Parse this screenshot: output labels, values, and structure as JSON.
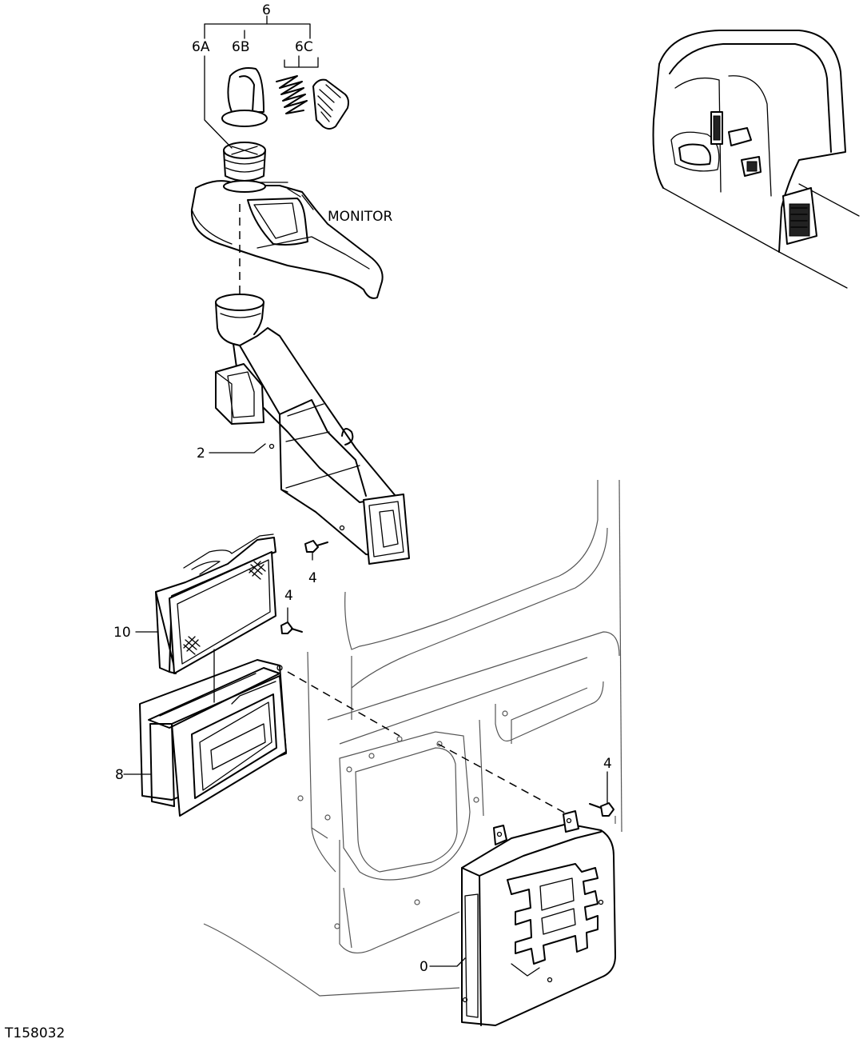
{
  "labels": {
    "group": "6",
    "part_6a": "6A",
    "part_6b": "6B",
    "part_6c": "6C",
    "monitor": "MONITOR",
    "part_2": "2",
    "part_4_a": "4",
    "part_4_b": "4",
    "part_4_c": "4",
    "part_10": "10",
    "part_8": "8",
    "part_0": "0",
    "figure_id": "T158032"
  }
}
